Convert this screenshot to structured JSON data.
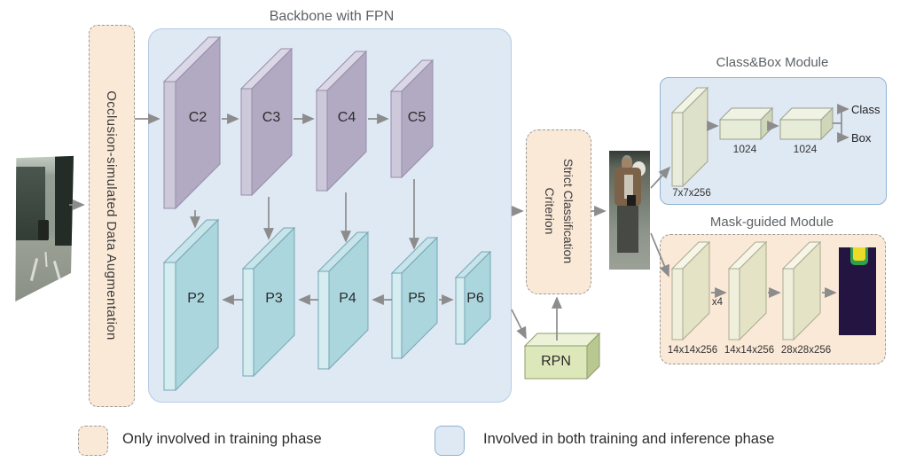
{
  "titles": {
    "backbone": "Backbone with FPN",
    "classbox": "Class&Box Module",
    "maskguided": "Mask-guided Module"
  },
  "augmentation_label": "Occlusion-simulated Data Augmentation",
  "criterion": {
    "line1": "Strict Classification",
    "line2": "Criterion"
  },
  "nodes": {
    "c2": "C2",
    "c3": "C3",
    "c4": "C4",
    "c5": "C5",
    "p2": "P2",
    "p3": "P3",
    "p4": "P4",
    "p5": "P5",
    "p6": "P6",
    "rpn": "RPN"
  },
  "classbox": {
    "feature": "7x7x256",
    "fc1": "1024",
    "fc2": "1024",
    "class_out": "Class",
    "box_out": "Box"
  },
  "maskguided": {
    "feat1": "14x14x256",
    "feat2": "14x14x256",
    "feat3": "28x28x256",
    "repeat": "x4"
  },
  "legend": [
    {
      "label": "Only involved in training phase",
      "style": "training"
    },
    {
      "label": "Involved in both training and inference phase",
      "style": "inference"
    }
  ],
  "colors": {
    "training_fill": "#fbe9d7",
    "inference_fill": "#dfe9f4",
    "conv_purple": "#b2aac2",
    "fpn_blue": "#abd6de",
    "rpn_green": "#dce8ba",
    "module_cream": "#e9ecdb",
    "arrow": "#8c8c8c"
  }
}
